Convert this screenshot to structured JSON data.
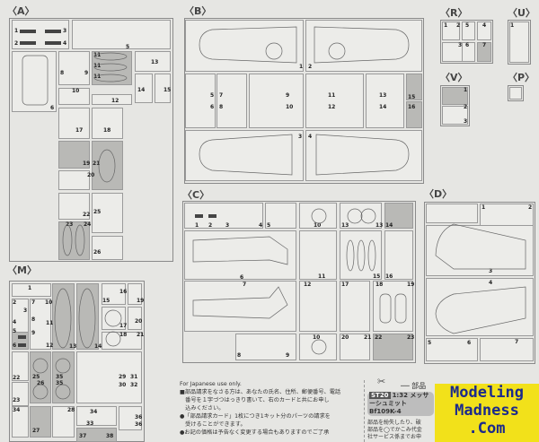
{
  "sections": {
    "A": {
      "title": "〈A〉",
      "parts": [
        "1",
        "2",
        "3",
        "4",
        "5",
        "6",
        "8",
        "9",
        "10",
        "11",
        "11",
        "11",
        "12",
        "13",
        "14",
        "15",
        "17",
        "18",
        "19",
        "20",
        "21",
        "22",
        "23",
        "24",
        "25",
        "26"
      ]
    },
    "B": {
      "title": "〈B〉",
      "parts": [
        "1",
        "2",
        "3",
        "4",
        "5",
        "6",
        "7",
        "8",
        "9",
        "10",
        "11",
        "12",
        "13",
        "14",
        "15",
        "16"
      ]
    },
    "C": {
      "title": "〈C〉",
      "parts": [
        "1",
        "2",
        "3",
        "4",
        "5",
        "6",
        "7",
        "8",
        "9",
        "10",
        "10",
        "11",
        "12",
        "13",
        "13",
        "14",
        "15",
        "16",
        "17",
        "18",
        "19",
        "20",
        "21",
        "22",
        "23"
      ]
    },
    "D": {
      "title": "〈D〉",
      "parts": [
        "1",
        "2",
        "3",
        "4",
        "5",
        "6",
        "7"
      ]
    },
    "M": {
      "title": "〈M〉",
      "parts": [
        "1",
        "2",
        "3",
        "4",
        "5",
        "6",
        "7",
        "8",
        "9",
        "10",
        "11",
        "12",
        "13",
        "14",
        "15",
        "16",
        "17",
        "18",
        "19",
        "20",
        "21",
        "22",
        "23",
        "25",
        "26",
        "35",
        "35",
        "29",
        "30",
        "31",
        "32",
        "34",
        "27",
        "28",
        "34",
        "33",
        "36",
        "36",
        "37",
        "38"
      ]
    },
    "R": {
      "title": "〈R〉",
      "parts": [
        "1",
        "2",
        "3",
        "4",
        "5",
        "6",
        "7"
      ]
    },
    "U": {
      "title": "〈U〉",
      "parts": [
        "1"
      ]
    },
    "V": {
      "title": "〈V〉",
      "parts": [
        "1",
        "2",
        "3"
      ]
    },
    "P": {
      "title": "〈P〉",
      "parts": []
    }
  },
  "notice": {
    "lines": [
      "For Japanese use only.",
      "■部品請求をなさる方は、あなたの氏名、住所、郵便番号、電話",
      "　番号を１字づつはっきり書いて、右のカードと共にお申し",
      "　込みください。",
      "●「部品請求カード」1枚につき1キット分のパーツの請求を",
      "　受けることができます。",
      "●お記の価格は予告なく変更する場合もありますのでご了承"
    ]
  },
  "order_card": {
    "heading": "── 部品",
    "code": "ST20",
    "title": "1:32 メッサーシュミット Bf109K-4",
    "body": [
      "部品を紛失したり、破",
      "部品を◯でかこみ代金",
      "社サービス係までお申"
    ]
  },
  "watermark": {
    "line1": "Modeling",
    "line2": "Madness",
    "line3": ".Com"
  }
}
